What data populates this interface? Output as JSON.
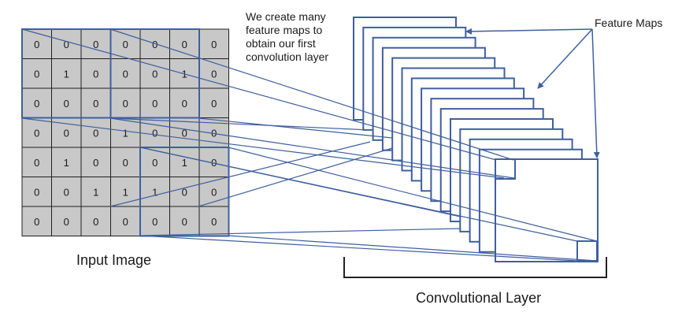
{
  "annotation": {
    "line1": "We create many",
    "line2": "feature maps to",
    "line3": "obtain our first",
    "line4": "convolution layer"
  },
  "labels": {
    "feature_maps": "Feature Maps",
    "input_image": "Input Image",
    "convolutional_layer": "Convolutional Layer"
  },
  "input_grid": [
    [
      "0",
      "0",
      "0",
      "0",
      "0",
      "0",
      "0"
    ],
    [
      "0",
      "1",
      "0",
      "0",
      "0",
      "1",
      "0"
    ],
    [
      "0",
      "0",
      "0",
      "0",
      "0",
      "0",
      "0"
    ],
    [
      "0",
      "0",
      "0",
      "1",
      "0",
      "0",
      "0"
    ],
    [
      "0",
      "1",
      "0",
      "0",
      "0",
      "1",
      "0"
    ],
    [
      "0",
      "0",
      "1",
      "1",
      "1",
      "0",
      "0"
    ],
    [
      "0",
      "0",
      "0",
      "0",
      "0",
      "0",
      "0"
    ]
  ],
  "colors": {
    "cell_fill": "#c8c8c8",
    "grid_line": "#1f1f1f",
    "accent_blue": "#3f5f9f",
    "text": "#1a1a1a"
  }
}
